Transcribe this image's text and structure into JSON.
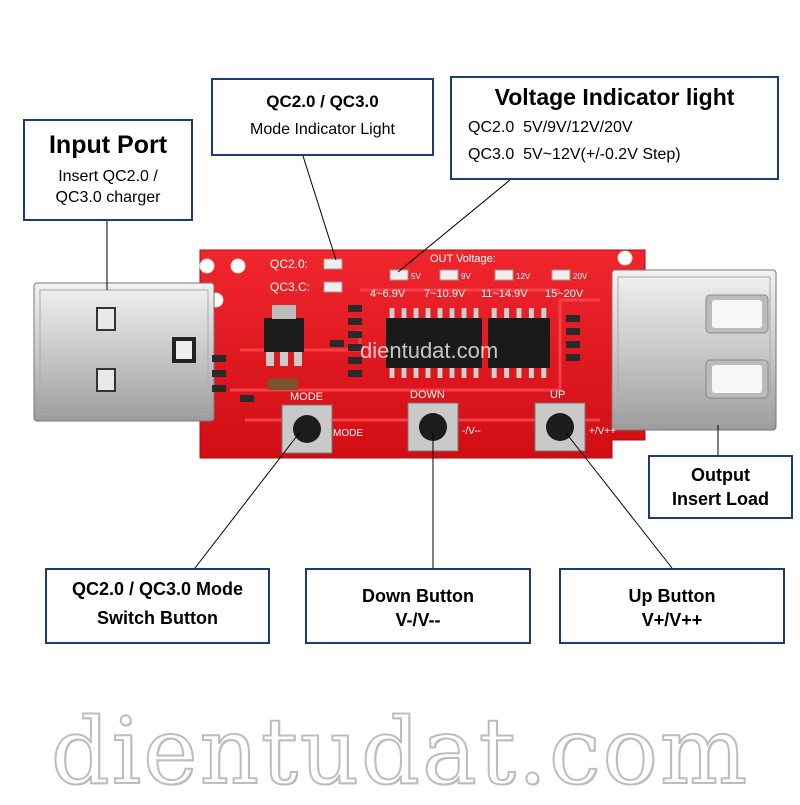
{
  "callouts": {
    "input_port": {
      "title": "Input Port",
      "line1": "Insert QC2.0 /",
      "line2": "QC3.0 charger"
    },
    "mode_light": {
      "title": "QC2.0 / QC3.0",
      "subtitle": "Mode Indicator Light"
    },
    "voltage_light": {
      "title": "Voltage Indicator light",
      "line1": "QC2.0  5V/9V/12V/20V",
      "line2": "QC3.0  5V~12V(+/-0.2V Step)"
    },
    "output": {
      "line1": "Output",
      "line2": "Insert Load"
    },
    "mode_button": {
      "line1": "QC2.0 / QC3.0 Mode",
      "line2": "Switch Button"
    },
    "down_button": {
      "line1": "Down Button",
      "line2": "V-/V--"
    },
    "up_button": {
      "line1": "Up Button",
      "line2": "V+/V++"
    }
  },
  "board": {
    "out_voltage": "OUT Voltage:",
    "qc20": "QC2.0:",
    "qc30": "QC3.C:",
    "leds": [
      "5V",
      "9V",
      "12V",
      "20V"
    ],
    "ranges": [
      "4~6.9V",
      "7~10.9V",
      "11~14.9V",
      "15~20V"
    ],
    "button_labels": [
      "MODE",
      "DOWN",
      "UP"
    ],
    "button_sub": [
      "MODE",
      "-/V--",
      "+/V++"
    ],
    "watermark": "dientudat.com"
  },
  "watermark": "dientudat.com",
  "colors": {
    "pcb": "#e8141b",
    "callout_border": "#1f3a7a"
  }
}
